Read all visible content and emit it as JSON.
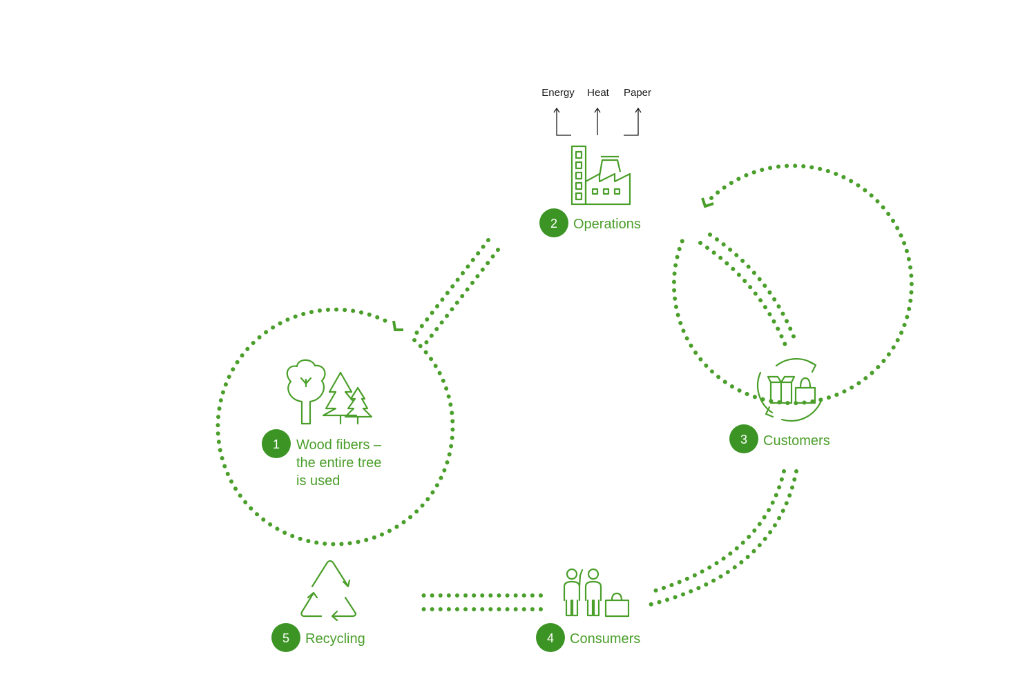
{
  "colors": {
    "green": "#4a9e2a",
    "badge": "#3c9424",
    "text_dark": "#1a1a1a",
    "bg": "#ffffff"
  },
  "outputs": {
    "energy": "Energy",
    "heat": "Heat",
    "paper": "Paper"
  },
  "steps": {
    "wood": {
      "number": "1",
      "line1": "Wood fibers –",
      "line2": "the entire tree",
      "line3": "is used",
      "icon": "trees-icon"
    },
    "operations": {
      "number": "2",
      "label": "Operations",
      "icon": "factory-icon"
    },
    "customers": {
      "number": "3",
      "label": "Customers",
      "icon": "boxes-bag-icon"
    },
    "consumers": {
      "number": "4",
      "label": "Consumers",
      "icon": "people-bag-icon"
    },
    "recycling": {
      "number": "5",
      "label": "Recycling",
      "icon": "recycle-icon"
    }
  }
}
